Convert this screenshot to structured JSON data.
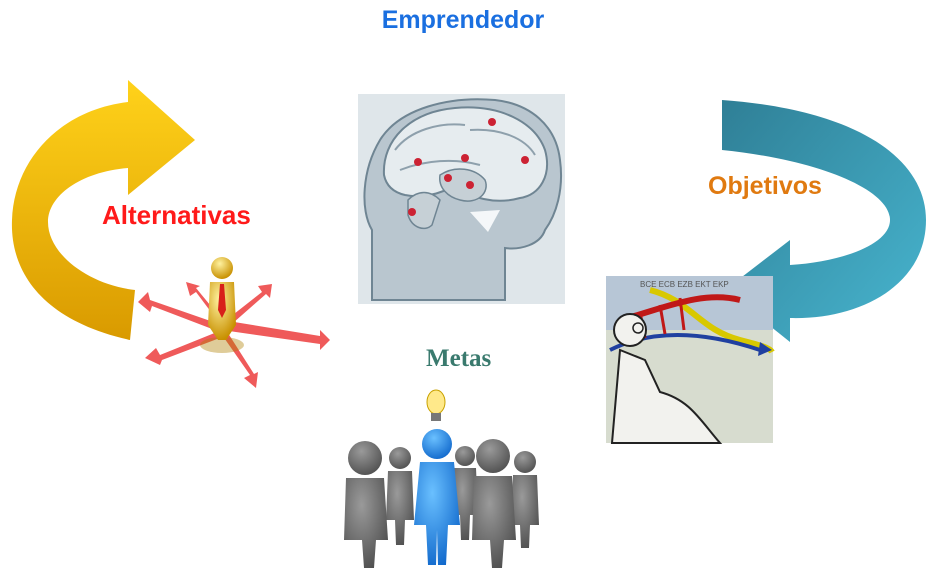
{
  "title": "Emprendedor",
  "labels": {
    "alternativas": "Alternativas",
    "objetivos": "Objetivos",
    "metas": "Metas"
  },
  "colors": {
    "title": "#1a6fe0",
    "alternativas": "#ff1a1a",
    "objetivos": "#e07a10",
    "metas": "#3a7a6e",
    "left_arrow": "#f5b800",
    "right_arrow": "#3aa0b8"
  },
  "images": {
    "brain": "brain-head-icon",
    "person_arrows": "person-with-arrows-icon",
    "dna_banknote": "dna-banknote-icon",
    "people_lightbulb": "people-with-lightbulb-icon"
  }
}
